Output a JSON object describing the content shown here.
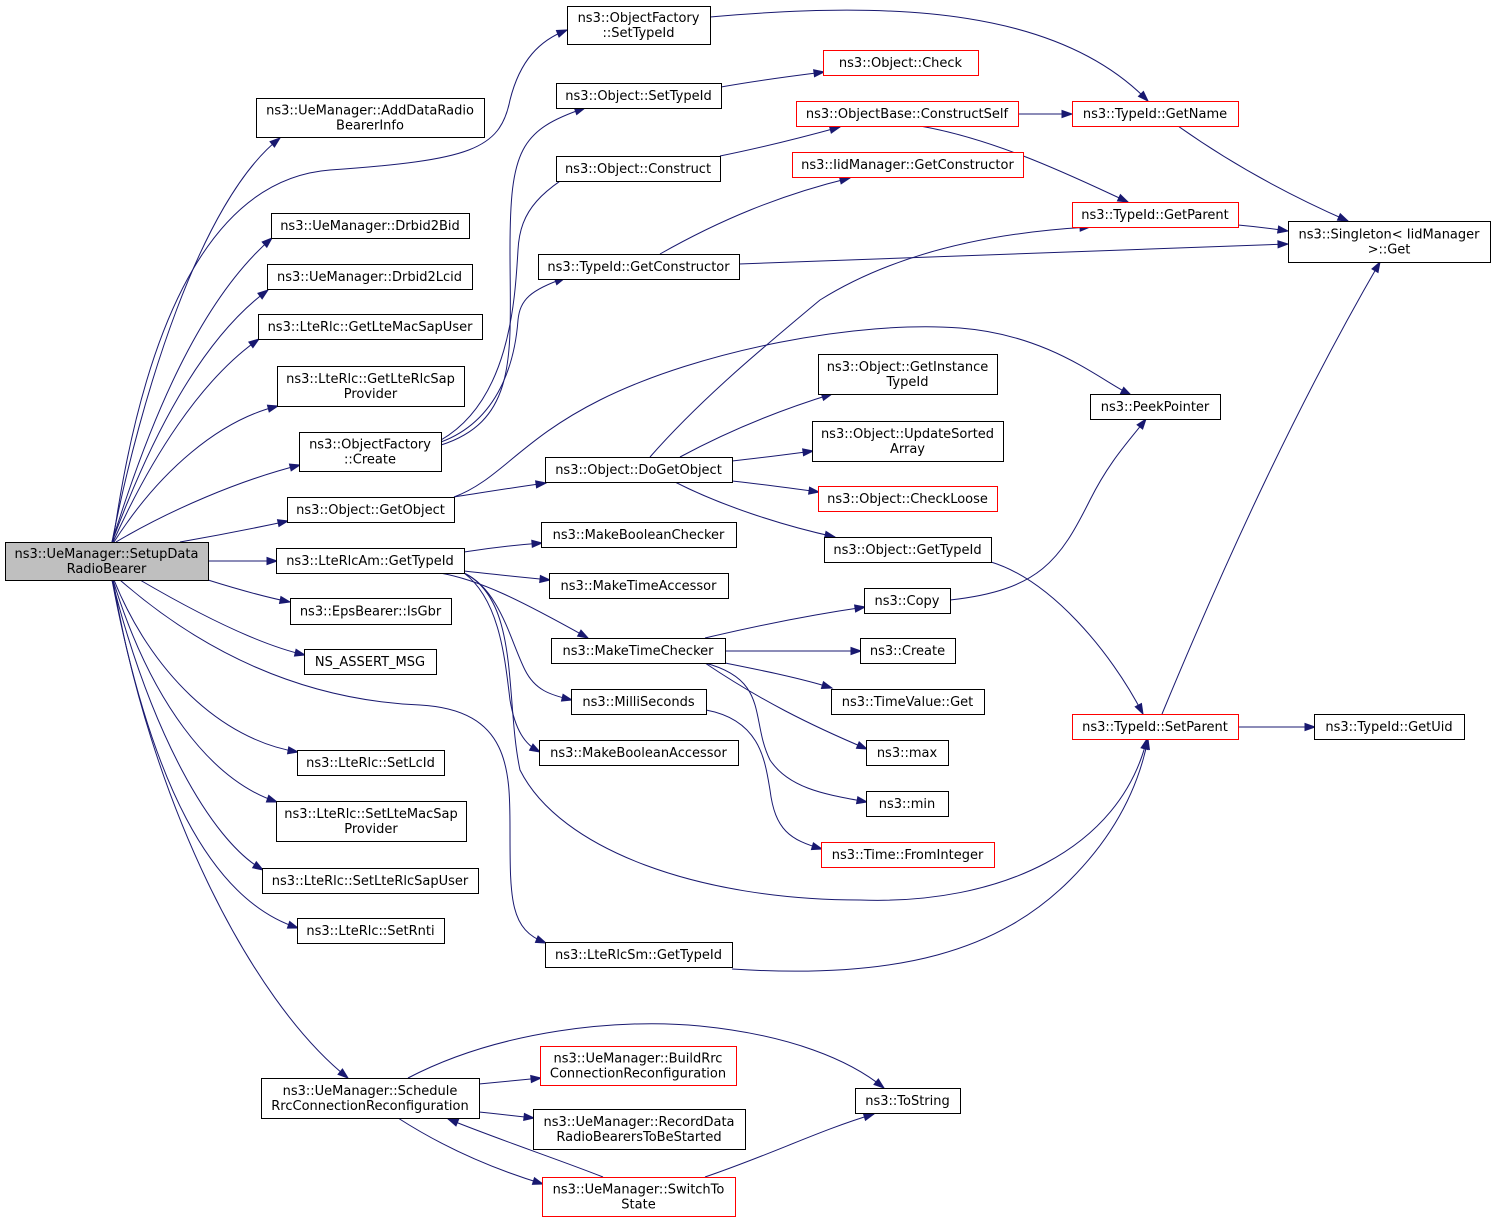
{
  "graph": {
    "colors": {
      "edge": "#191970",
      "root_fill": "#bfbfbf",
      "border_normal": "#000000",
      "border_truncated": "#ff0000",
      "node_fill": "#ffffff"
    },
    "nodes": [
      {
        "id": "root",
        "lines": [
          "ns3::UeManager::SetupData",
          "RadioBearer"
        ],
        "style": "root"
      },
      {
        "id": "of_settypeid",
        "lines": [
          "ns3::ObjectFactory",
          "::SetTypeId"
        ],
        "style": "normal"
      },
      {
        "id": "adddrb",
        "lines": [
          "ns3::UeManager::AddDataRadio",
          "BearerInfo"
        ],
        "style": "normal"
      },
      {
        "id": "obj_settypeid",
        "lines": [
          "ns3::Object::SetTypeId"
        ],
        "style": "normal"
      },
      {
        "id": "obj_check",
        "lines": [
          "ns3::Object::Check"
        ],
        "style": "truncated"
      },
      {
        "id": "constructself",
        "lines": [
          "ns3::ObjectBase::ConstructSelf"
        ],
        "style": "truncated"
      },
      {
        "id": "tid_getname",
        "lines": [
          "ns3::TypeId::GetName"
        ],
        "style": "truncated"
      },
      {
        "id": "obj_construct",
        "lines": [
          "ns3::Object::Construct"
        ],
        "style": "normal"
      },
      {
        "id": "iid_getctor",
        "lines": [
          "ns3::IidManager::GetConstructor"
        ],
        "style": "truncated"
      },
      {
        "id": "drbid2bid",
        "lines": [
          "ns3::UeManager::Drbid2Bid"
        ],
        "style": "normal"
      },
      {
        "id": "tid_getparent",
        "lines": [
          "ns3::TypeId::GetParent"
        ],
        "style": "truncated"
      },
      {
        "id": "singleton_get",
        "lines": [
          "ns3::Singleton< IidManager",
          " >::Get"
        ],
        "style": "normal"
      },
      {
        "id": "tid_getctor",
        "lines": [
          "ns3::TypeId::GetConstructor"
        ],
        "style": "normal"
      },
      {
        "id": "drbid2lcid",
        "lines": [
          "ns3::UeManager::Drbid2Lcid"
        ],
        "style": "normal"
      },
      {
        "id": "getltemacsapuser",
        "lines": [
          "ns3::LteRlc::GetLteMacSapUser"
        ],
        "style": "normal"
      },
      {
        "id": "obj_getinsttid",
        "lines": [
          "ns3::Object::GetInstance",
          "TypeId"
        ],
        "style": "normal"
      },
      {
        "id": "getltercsap",
        "lines": [
          "ns3::LteRlc::GetLteRlcSap",
          "Provider"
        ],
        "style": "normal"
      },
      {
        "id": "peekpointer",
        "lines": [
          "ns3::PeekPointer"
        ],
        "style": "normal"
      },
      {
        "id": "obj_updatesorted",
        "lines": [
          "ns3::Object::UpdateSorted",
          "Array"
        ],
        "style": "normal"
      },
      {
        "id": "of_create",
        "lines": [
          "ns3::ObjectFactory",
          "::Create"
        ],
        "style": "normal"
      },
      {
        "id": "obj_dogetobject",
        "lines": [
          "ns3::Object::DoGetObject"
        ],
        "style": "normal"
      },
      {
        "id": "obj_checkloose",
        "lines": [
          "ns3::Object::CheckLoose"
        ],
        "style": "truncated"
      },
      {
        "id": "obj_getobject",
        "lines": [
          "ns3::Object::GetObject"
        ],
        "style": "normal"
      },
      {
        "id": "makeboolchecker",
        "lines": [
          "ns3::MakeBooleanChecker"
        ],
        "style": "normal"
      },
      {
        "id": "obj_gettypeid",
        "lines": [
          "ns3::Object::GetTypeId"
        ],
        "style": "normal"
      },
      {
        "id": "lterlcam_gettid",
        "lines": [
          "ns3::LteRlcAm::GetTypeId"
        ],
        "style": "normal"
      },
      {
        "id": "maketimeaccessor",
        "lines": [
          "ns3::MakeTimeAccessor"
        ],
        "style": "normal"
      },
      {
        "id": "epsbearer_isgbr",
        "lines": [
          "ns3::EpsBearer::IsGbr"
        ],
        "style": "normal"
      },
      {
        "id": "copy",
        "lines": [
          "ns3::Copy"
        ],
        "style": "normal"
      },
      {
        "id": "maketimechecker",
        "lines": [
          "ns3::MakeTimeChecker"
        ],
        "style": "normal"
      },
      {
        "id": "create",
        "lines": [
          "ns3::Create"
        ],
        "style": "normal"
      },
      {
        "id": "ns_assert_msg",
        "lines": [
          "NS_ASSERT_MSG"
        ],
        "style": "normal"
      },
      {
        "id": "milliseconds",
        "lines": [
          "ns3::MilliSeconds"
        ],
        "style": "normal"
      },
      {
        "id": "timevalue_get",
        "lines": [
          "ns3::TimeValue::Get"
        ],
        "style": "normal"
      },
      {
        "id": "tid_setparent",
        "lines": [
          "ns3::TypeId::SetParent"
        ],
        "style": "truncated"
      },
      {
        "id": "tid_getuid",
        "lines": [
          "ns3::TypeId::GetUid"
        ],
        "style": "normal"
      },
      {
        "id": "makeboolaccessor",
        "lines": [
          "ns3::MakeBooleanAccessor"
        ],
        "style": "normal"
      },
      {
        "id": "max",
        "lines": [
          "ns3::max"
        ],
        "style": "normal"
      },
      {
        "id": "setlcid",
        "lines": [
          "ns3::LteRlc::SetLcId"
        ],
        "style": "normal"
      },
      {
        "id": "min",
        "lines": [
          "ns3::min"
        ],
        "style": "normal"
      },
      {
        "id": "setltemacsap",
        "lines": [
          "ns3::LteRlc::SetLteMacSap",
          "Provider"
        ],
        "style": "normal"
      },
      {
        "id": "time_frominteger",
        "lines": [
          "ns3::Time::FromInteger"
        ],
        "style": "truncated"
      },
      {
        "id": "setlterlcsapuser",
        "lines": [
          "ns3::LteRlc::SetLteRlcSapUser"
        ],
        "style": "normal"
      },
      {
        "id": "setrnti",
        "lines": [
          "ns3::LteRlc::SetRnti"
        ],
        "style": "normal"
      },
      {
        "id": "lterlcsm_gettid",
        "lines": [
          "ns3::LteRlcSm::GetTypeId"
        ],
        "style": "normal"
      },
      {
        "id": "buildrrc",
        "lines": [
          "ns3::UeManager::BuildRrc",
          "ConnectionReconfiguration"
        ],
        "style": "truncated"
      },
      {
        "id": "schedulerrc",
        "lines": [
          "ns3::UeManager::Schedule",
          "RrcConnectionReconfiguration"
        ],
        "style": "normal"
      },
      {
        "id": "tostring",
        "lines": [
          "ns3::ToString"
        ],
        "style": "normal"
      },
      {
        "id": "recorddrb",
        "lines": [
          "ns3::UeManager::RecordData",
          "RadioBearersToBeStarted"
        ],
        "style": "normal"
      },
      {
        "id": "switchtostate",
        "lines": [
          "ns3::UeManager::SwitchTo",
          "State"
        ],
        "style": "truncated"
      }
    ],
    "edges": [
      {
        "from": "root",
        "to": "adddrb"
      },
      {
        "from": "root",
        "to": "of_settypeid"
      },
      {
        "from": "root",
        "to": "drbid2bid"
      },
      {
        "from": "root",
        "to": "drbid2lcid"
      },
      {
        "from": "root",
        "to": "getltemacsapuser"
      },
      {
        "from": "root",
        "to": "getltercsap"
      },
      {
        "from": "root",
        "to": "of_create"
      },
      {
        "from": "root",
        "to": "obj_getobject"
      },
      {
        "from": "root",
        "to": "lterlcam_gettid"
      },
      {
        "from": "root",
        "to": "epsbearer_isgbr"
      },
      {
        "from": "root",
        "to": "ns_assert_msg"
      },
      {
        "from": "root",
        "to": "lterlcsm_gettid"
      },
      {
        "from": "root",
        "to": "setlcid"
      },
      {
        "from": "root",
        "to": "setltemacsap"
      },
      {
        "from": "root",
        "to": "setlterlcsapuser"
      },
      {
        "from": "root",
        "to": "setrnti"
      },
      {
        "from": "root",
        "to": "schedulerrc"
      },
      {
        "from": "of_settypeid",
        "to": "tid_getname"
      },
      {
        "from": "obj_settypeid",
        "to": "obj_check"
      },
      {
        "from": "obj_construct",
        "to": "constructself"
      },
      {
        "from": "constructself",
        "to": "tid_getname"
      },
      {
        "from": "constructself",
        "to": "tid_getparent"
      },
      {
        "from": "tid_getname",
        "to": "singleton_get"
      },
      {
        "from": "tid_getparent",
        "to": "singleton_get"
      },
      {
        "from": "tid_getctor",
        "to": "iid_getctor"
      },
      {
        "from": "tid_getctor",
        "to": "singleton_get"
      },
      {
        "from": "of_create",
        "to": "obj_settypeid"
      },
      {
        "from": "of_create",
        "to": "obj_construct"
      },
      {
        "from": "of_create",
        "to": "tid_getctor"
      },
      {
        "from": "obj_getobject",
        "to": "peekpointer"
      },
      {
        "from": "obj_getobject",
        "to": "obj_dogetobject"
      },
      {
        "from": "obj_dogetobject",
        "to": "tid_getparent"
      },
      {
        "from": "obj_dogetobject",
        "to": "obj_getinsttid"
      },
      {
        "from": "obj_dogetobject",
        "to": "obj_updatesorted"
      },
      {
        "from": "obj_dogetobject",
        "to": "obj_checkloose"
      },
      {
        "from": "obj_dogetobject",
        "to": "obj_gettypeid"
      },
      {
        "from": "obj_gettypeid",
        "to": "tid_setparent"
      },
      {
        "from": "lterlcam_gettid",
        "to": "makeboolchecker"
      },
      {
        "from": "lterlcam_gettid",
        "to": "maketimeaccessor"
      },
      {
        "from": "lterlcam_gettid",
        "to": "maketimechecker"
      },
      {
        "from": "lterlcam_gettid",
        "to": "milliseconds"
      },
      {
        "from": "lterlcam_gettid",
        "to": "makeboolaccessor"
      },
      {
        "from": "lterlcam_gettid",
        "to": "tid_setparent"
      },
      {
        "from": "maketimechecker",
        "to": "copy"
      },
      {
        "from": "maketimechecker",
        "to": "create"
      },
      {
        "from": "maketimechecker",
        "to": "timevalue_get"
      },
      {
        "from": "maketimechecker",
        "to": "max"
      },
      {
        "from": "maketimechecker",
        "to": "min"
      },
      {
        "from": "copy",
        "to": "peekpointer"
      },
      {
        "from": "milliseconds",
        "to": "time_frominteger"
      },
      {
        "from": "tid_setparent",
        "to": "singleton_get"
      },
      {
        "from": "tid_setparent",
        "to": "tid_getuid"
      },
      {
        "from": "lterlcsm_gettid",
        "to": "tid_setparent"
      },
      {
        "from": "schedulerrc",
        "to": "buildrrc"
      },
      {
        "from": "schedulerrc",
        "to": "tostring"
      },
      {
        "from": "schedulerrc",
        "to": "recorddrb"
      },
      {
        "from": "schedulerrc",
        "to": "switchtostate"
      },
      {
        "from": "switchtostate",
        "to": "schedulerrc"
      },
      {
        "from": "switchtostate",
        "to": "tostring"
      }
    ]
  }
}
